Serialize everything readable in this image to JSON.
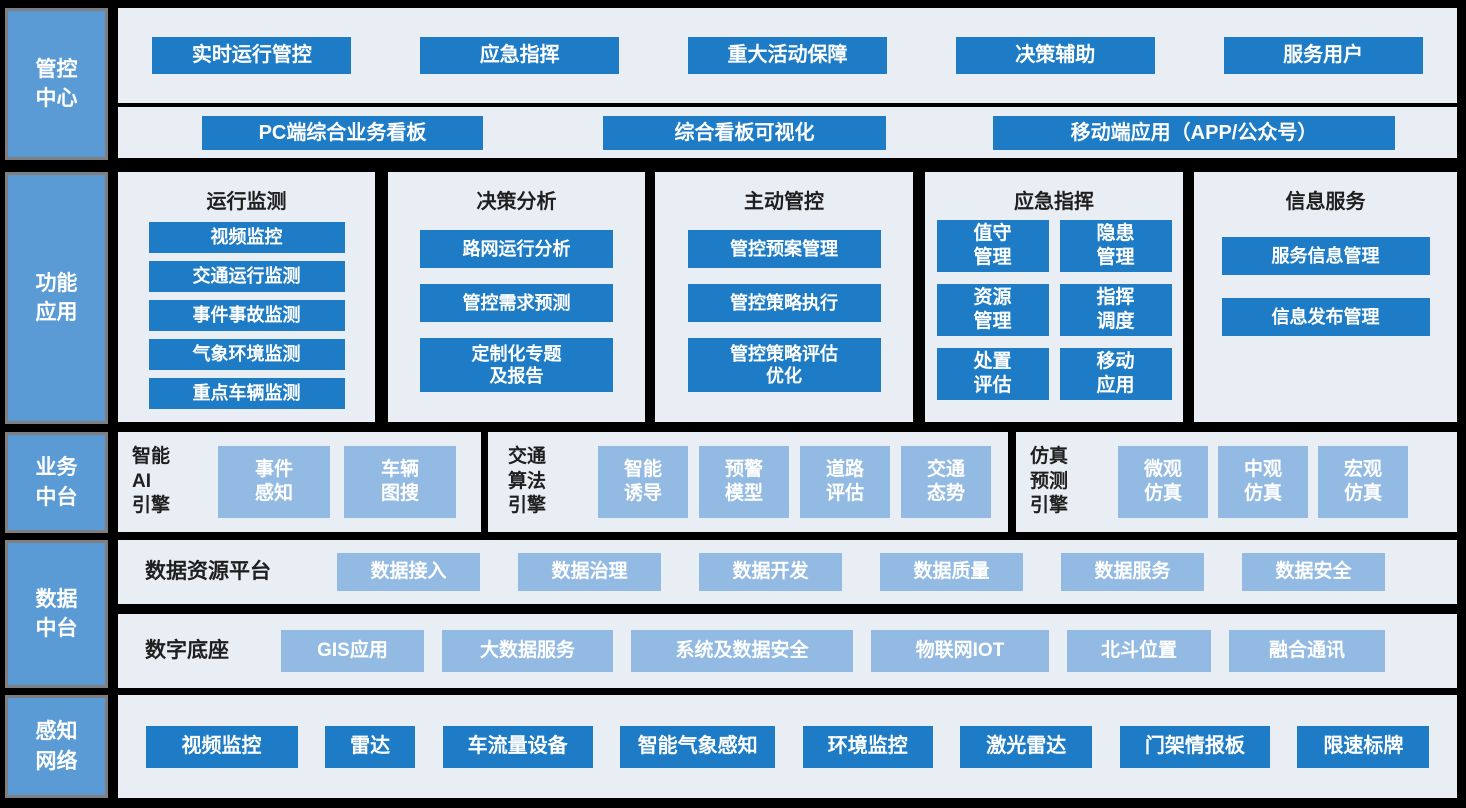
{
  "colors": {
    "background": "#000000",
    "panel": "#e9edf4",
    "button_dark": "#1e7bc5",
    "button_light": "#93bae2",
    "sidebar": "#5b9bd5",
    "sidebar_border": "#7f7f7f"
  },
  "layers": {
    "control_center": {
      "sidebar_label": "管控\n中心",
      "row1_buttons": [
        "实时运行管控",
        "应急指挥",
        "重大活动保障",
        "决策辅助",
        "服务用户"
      ],
      "row2_buttons": [
        "PC端综合业务看板",
        "综合看板可视化",
        "移动端应用（APP/公众号）"
      ]
    },
    "functional_apps": {
      "sidebar_label": "功能\n应用",
      "columns": [
        {
          "title": "运行监测",
          "buttons": [
            "视频监控",
            "交通运行监测",
            "事件事故监测",
            "气象环境监测",
            "重点车辆监测"
          ]
        },
        {
          "title": "决策分析",
          "buttons": [
            "路网运行分析",
            "管控需求预测",
            "定制化专题\n及报告"
          ]
        },
        {
          "title": "主动管控",
          "buttons": [
            "管控预案管理",
            "管控策略执行",
            "管控策略评估\n优化"
          ]
        },
        {
          "title": "应急指挥",
          "buttons": [
            "值守\n管理",
            "隐患\n管理",
            "资源\n管理",
            "指挥\n调度",
            "处置\n评估",
            "移动\n应用"
          ]
        },
        {
          "title": "信息服务",
          "buttons": [
            "服务信息管理",
            "信息发布管理"
          ]
        }
      ]
    },
    "business_platform": {
      "sidebar_label": "业务\n中台",
      "groups": [
        {
          "label": "智能\nAI\n引擎",
          "buttons": [
            "事件\n感知",
            "车辆\n图搜"
          ]
        },
        {
          "label": "交通\n算法\n引擎",
          "buttons": [
            "智能\n诱导",
            "预警\n模型",
            "道路\n评估",
            "交通\n态势"
          ]
        },
        {
          "label": "仿真\n预测\n引擎",
          "buttons": [
            "微观\n仿真",
            "中观\n仿真",
            "宏观\n仿真"
          ]
        }
      ]
    },
    "data_platform": {
      "sidebar_label": "数据\n中台",
      "rows": [
        {
          "label": "数据资源平台",
          "buttons": [
            "数据接入",
            "数据治理",
            "数据开发",
            "数据质量",
            "数据服务",
            "数据安全"
          ]
        },
        {
          "label": "数字底座",
          "buttons": [
            "GIS应用",
            "大数据服务",
            "系统及数据安全",
            "物联网IOT",
            "北斗位置",
            "融合通讯"
          ]
        }
      ]
    },
    "perception_network": {
      "sidebar_label": "感知\n网络",
      "buttons": [
        "视频监控",
        "雷达",
        "车流量设备",
        "智能气象感知",
        "环境监控",
        "激光雷达",
        "门架情报板",
        "限速标牌"
      ]
    }
  }
}
